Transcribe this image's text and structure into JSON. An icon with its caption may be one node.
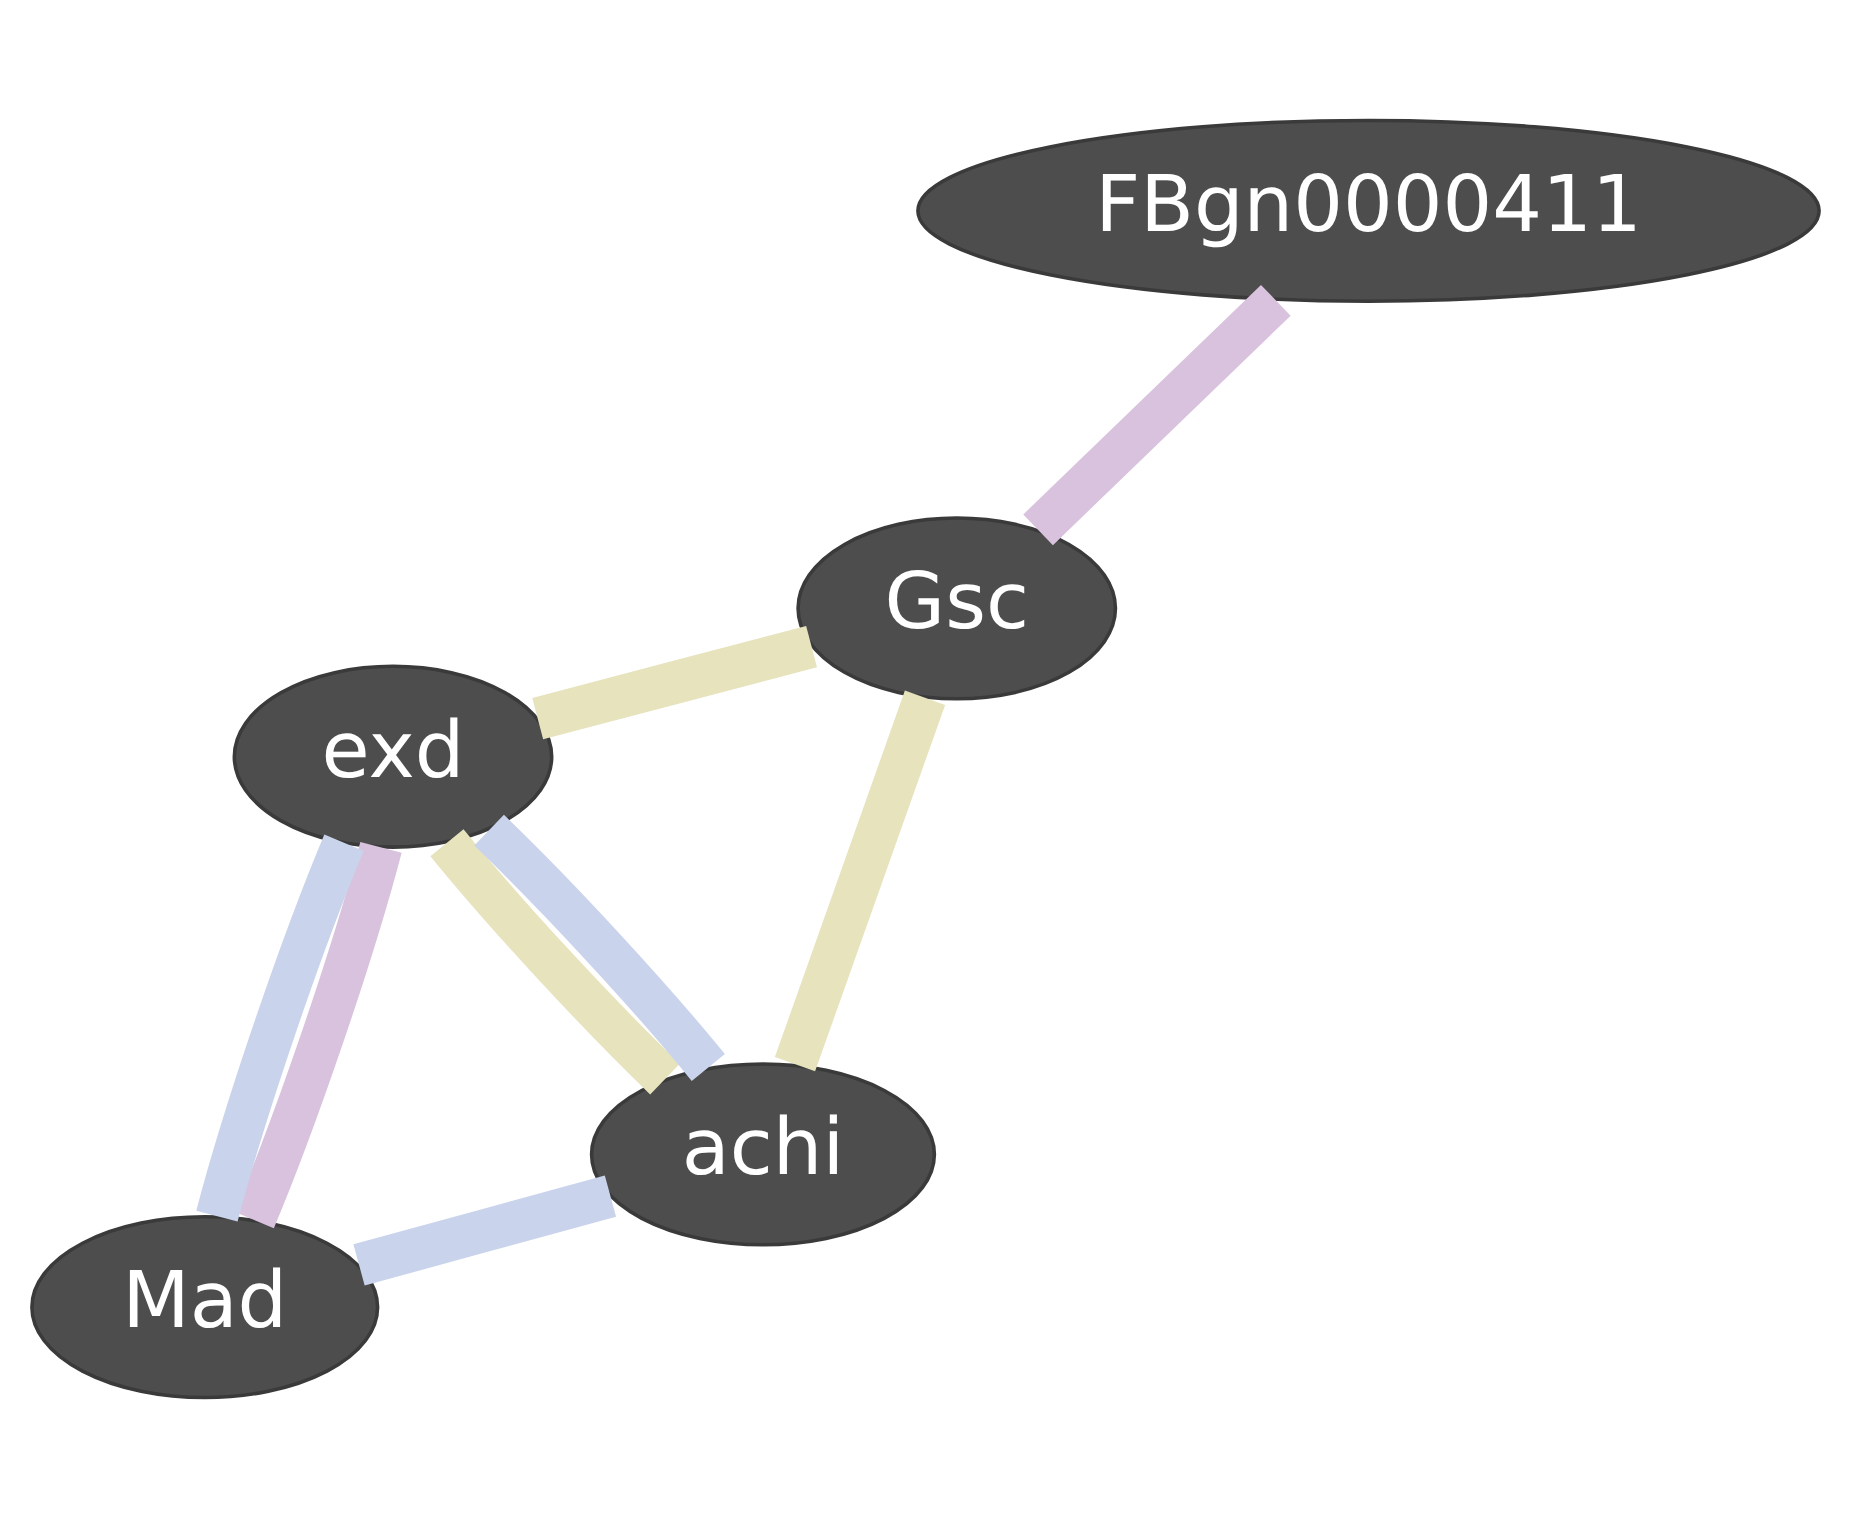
{
  "diagram": {
    "nodes": [
      {
        "text": [
          "achi"
        ]
      },
      {
        "text": [
          "Gsc"
        ]
      },
      {
        "text": [
          "Mad"
        ]
      },
      {
        "text": [
          "exd"
        ]
      },
      {
        "text": [
          "FBgn0000411"
        ]
      }
    ],
    "edges": [
      {
        "from": 0,
        "to": 1,
        "arrow": "none",
        "color": "#e6e3bd"
      },
      {
        "from": 0,
        "to": 3,
        "arrow": "none",
        "color": "#e6e3bd"
      },
      {
        "from": 0,
        "to": 3,
        "arrow": "none",
        "color": "#c9d3ec"
      },
      {
        "from": 0,
        "to": 2,
        "arrow": "none",
        "color": "#c9d3ec"
      },
      {
        "from": 1,
        "to": 3,
        "arrow": "none",
        "color": "#e6e3bd"
      },
      {
        "from": 1,
        "to": 4,
        "arrow": "none",
        "color": "#d9c2dd"
      },
      {
        "from": 3,
        "to": 2,
        "arrow": "none",
        "color": "#d9c2dd"
      },
      {
        "from": 3,
        "to": 2,
        "arrow": "none",
        "color": "#c9d3ec"
      }
    ]
  }
}
